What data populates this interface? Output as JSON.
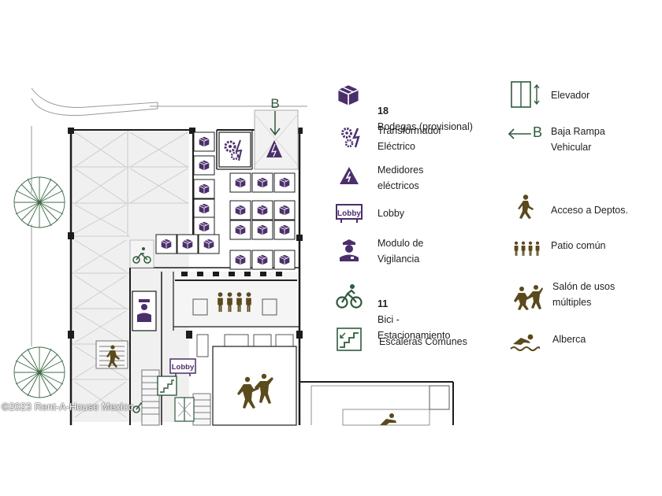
{
  "legend": {
    "bodegas": {
      "count": "18",
      "text": "Bodegas (provisional)",
      "icon": "box-icon"
    },
    "transformador": {
      "text": "Transformador\nEléctrico",
      "icon": "gears-bolt-icon"
    },
    "medidores": {
      "text": "Medidores\neléctricos",
      "icon": "warning-bolt-icon"
    },
    "lobby": {
      "text": "Lobby",
      "badge": "Lobby",
      "icon": "lobby-sign-icon"
    },
    "vigilancia": {
      "text": "Modulo de\nVigilancia",
      "icon": "security-guard-icon"
    },
    "bici": {
      "count": "11",
      "text": "Bici -\nEstacionamiento",
      "icon": "bicycle-icon"
    },
    "escaleras": {
      "text": "Escaleras Comunes",
      "icon": "stairs-icon"
    },
    "elevador": {
      "text": "Elevador",
      "icon": "elevator-icon"
    },
    "rampa": {
      "letter": "B",
      "text": "Baja Rampa\nVehicular",
      "icon": "ramp-arrow-icon"
    },
    "acceso": {
      "text": "Acceso a Deptos.",
      "icon": "walking-person-icon"
    },
    "patio": {
      "text": "Patio común",
      "icon": "group-people-icon"
    },
    "salon": {
      "text": "Salón de usos\nmúltiples",
      "icon": "dancing-people-icon"
    },
    "alberca": {
      "text": "Alberca",
      "icon": "swimmer-icon"
    }
  },
  "plan": {
    "ramp_letter": "B",
    "lobby_badge": "Lobby"
  },
  "watermark": "©2023 Rent-A-House Mexico",
  "colors": {
    "purple": "#4b2f6b",
    "green": "#2f5a3c",
    "olive": "#5a4a1c",
    "wall": "#1c1c1c",
    "floor": "#ececec"
  }
}
